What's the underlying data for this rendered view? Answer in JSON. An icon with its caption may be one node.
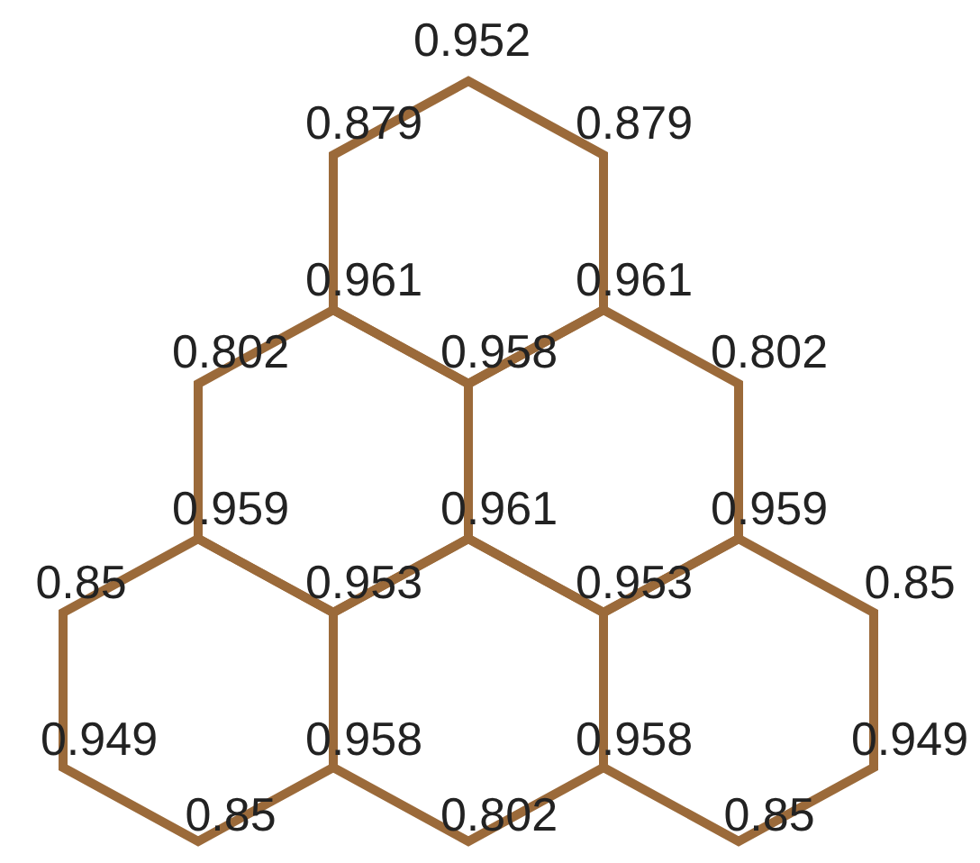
{
  "diagram": {
    "labels": [
      "0.952",
      "0.879",
      "0.879",
      "0.961",
      "0.961",
      "0.802",
      "0.958",
      "0.802",
      "0.959",
      "0.961",
      "0.959",
      "0.85",
      "0.953",
      "0.953",
      "0.85",
      "0.949",
      "0.958",
      "0.958",
      "0.949",
      "0.85",
      "0.802",
      "0.85"
    ]
  }
}
